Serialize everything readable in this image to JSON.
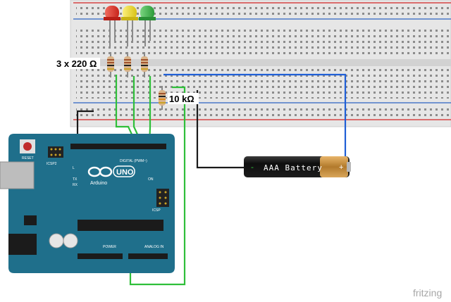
{
  "labels": {
    "resistors_led": "3 x 220 Ω",
    "resistor_pulldown": "10 kΩ",
    "battery": "AAA Battery",
    "battery_minus": "-",
    "battery_plus": "+",
    "watermark": "fritzing"
  },
  "arduino": {
    "model": "UNO",
    "brand": "Arduino",
    "reset": "RESET",
    "icsp2": "ICSP2",
    "icsp": "ICSP",
    "digital": "DIGITAL (PWM~)",
    "power": "POWER",
    "analog": "ANALOG IN",
    "tx": "TX",
    "rx": "RX",
    "l": "L",
    "on": "ON"
  },
  "leds": [
    {
      "color": "red",
      "hex": "#e8372e"
    },
    {
      "color": "yellow",
      "hex": "#f2dc2a"
    },
    {
      "color": "green",
      "hex": "#3fb34f"
    }
  ],
  "colors": {
    "board_blue": "#1f6f8b",
    "wire_green": "#2fbf3a",
    "wire_blue": "#1f5fd6",
    "wire_black": "#1a1a1a",
    "rail_red": "#d64545",
    "rail_blue": "#4a78c8"
  }
}
